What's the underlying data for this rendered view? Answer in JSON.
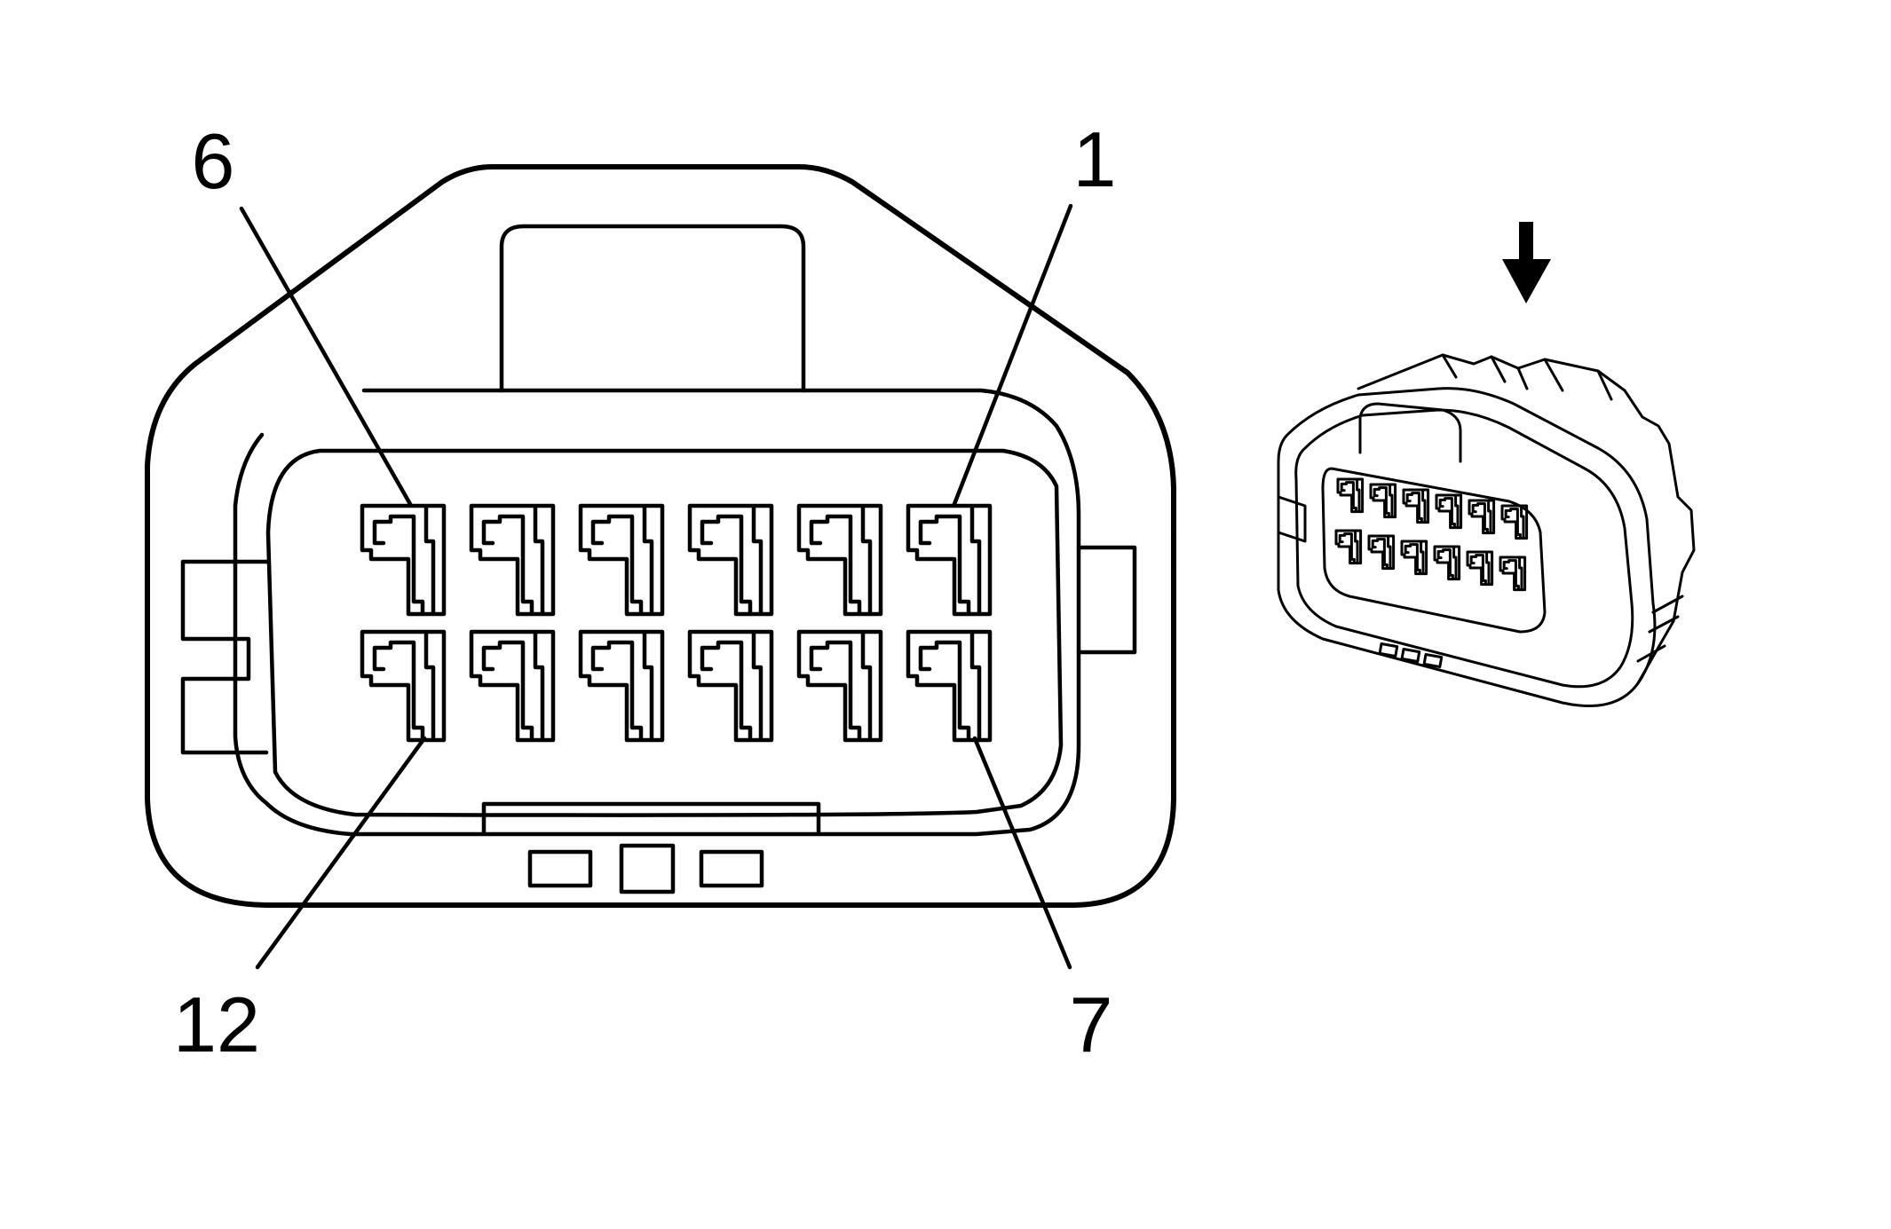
{
  "diagram": {
    "labels": {
      "top_left": "6",
      "top_right": "1",
      "bottom_left": "12",
      "bottom_right": "7"
    },
    "terminal_rows": 2,
    "terminals_per_row": 6,
    "terminal_count": 12
  }
}
